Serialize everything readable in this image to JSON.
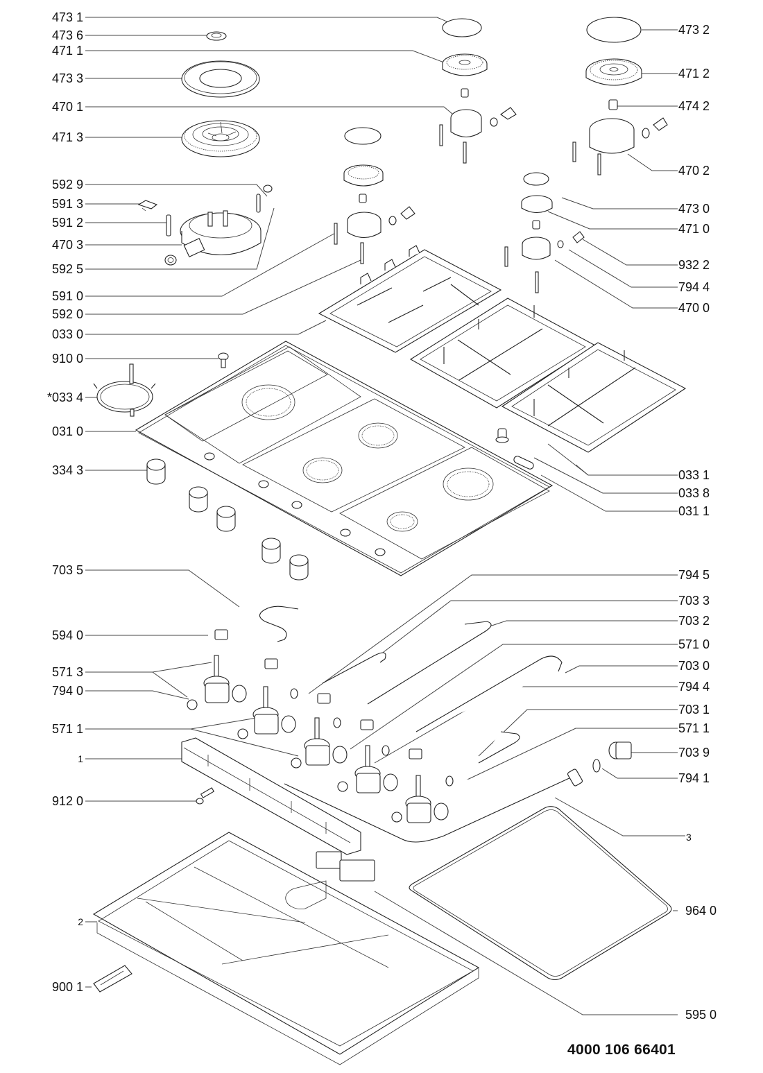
{
  "diagram": {
    "type": "exploded-parts-diagram",
    "subject": "gas hob assembly",
    "document_number": "4000 106 66401"
  },
  "labels_left": [
    {
      "id": "473-1",
      "text": "473 1"
    },
    {
      "id": "473-6",
      "text": "473 6"
    },
    {
      "id": "471-1",
      "text": "471 1"
    },
    {
      "id": "473-3",
      "text": "473 3"
    },
    {
      "id": "470-1",
      "text": "470 1"
    },
    {
      "id": "471-3",
      "text": "471 3"
    },
    {
      "id": "592-9",
      "text": "592 9"
    },
    {
      "id": "591-3",
      "text": "591 3"
    },
    {
      "id": "591-2",
      "text": "591 2"
    },
    {
      "id": "470-3",
      "text": "470 3"
    },
    {
      "id": "592-5",
      "text": "592 5"
    },
    {
      "id": "591-0",
      "text": "591 0"
    },
    {
      "id": "592-0",
      "text": "592 0"
    },
    {
      "id": "033-0",
      "text": "033 0"
    },
    {
      "id": "910-0",
      "text": "910 0"
    },
    {
      "id": "033-4",
      "text": "*033 4"
    },
    {
      "id": "031-0",
      "text": "031 0"
    },
    {
      "id": "334-3",
      "text": "334 3"
    },
    {
      "id": "703-5",
      "text": "703 5"
    },
    {
      "id": "594-0",
      "text": "594 0"
    },
    {
      "id": "571-3",
      "text": "571 3"
    },
    {
      "id": "794-0",
      "text": "794 0"
    },
    {
      "id": "571-1a",
      "text": "571 1"
    },
    {
      "id": "1",
      "text": "1"
    },
    {
      "id": "912-0",
      "text": "912 0"
    },
    {
      "id": "2",
      "text": "2"
    },
    {
      "id": "900-1",
      "text": "900 1"
    }
  ],
  "labels_right": [
    {
      "id": "473-2",
      "text": "473 2"
    },
    {
      "id": "471-2",
      "text": "471 2"
    },
    {
      "id": "474-2",
      "text": "474 2"
    },
    {
      "id": "470-2",
      "text": "470 2"
    },
    {
      "id": "473-0",
      "text": "473 0"
    },
    {
      "id": "471-0",
      "text": "471 0"
    },
    {
      "id": "932-2",
      "text": "932 2"
    },
    {
      "id": "794-4a",
      "text": "794 4"
    },
    {
      "id": "470-0",
      "text": "470 0"
    },
    {
      "id": "033-1",
      "text": "033 1"
    },
    {
      "id": "033-8",
      "text": "033 8"
    },
    {
      "id": "031-1",
      "text": "031 1"
    },
    {
      "id": "794-5",
      "text": "794 5"
    },
    {
      "id": "703-3",
      "text": "703 3"
    },
    {
      "id": "703-2",
      "text": "703 2"
    },
    {
      "id": "571-0",
      "text": "571 0"
    },
    {
      "id": "703-0",
      "text": "703 0"
    },
    {
      "id": "794-4b",
      "text": "794 4"
    },
    {
      "id": "703-1",
      "text": "703 1"
    },
    {
      "id": "571-1b",
      "text": "571 1"
    },
    {
      "id": "703-9",
      "text": "703 9"
    },
    {
      "id": "794-1",
      "text": "794 1"
    },
    {
      "id": "3",
      "text": "3"
    },
    {
      "id": "964-0",
      "text": "964 0"
    },
    {
      "id": "595-0",
      "text": "595 0"
    }
  ]
}
